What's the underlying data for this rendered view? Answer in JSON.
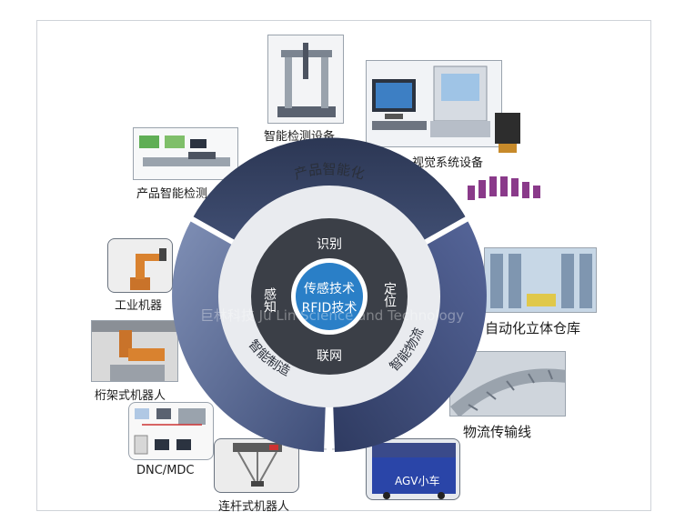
{
  "center": {
    "line1": "传感技术",
    "line2": "RFID技术"
  },
  "inner_ring": {
    "top": "识别",
    "bottom": "联网",
    "left": "感知",
    "right": "定位"
  },
  "outer_ring": {
    "top": "产品智能化",
    "left": "智能制造",
    "right": "智能物流"
  },
  "watermark": "巨林科技 Ju Lin Science and Technology",
  "devices": {
    "smart_inspection_equipment": "智能检测设备",
    "vision_system_equipment": "视觉系统设备",
    "product_smart_inspection": "产品智能检测",
    "industrial_robot": "工业机器",
    "gantry_robot": "桁架式机器人",
    "dnc_mdc": "DNC/MDC",
    "linkage_robot": "连杆式机器人",
    "agv": "AGV小车",
    "automated_warehouse": "自动化立体仓库",
    "conveyor_line": "物流传输线"
  },
  "colors": {
    "outer_ring_dark": "#2e3a57",
    "outer_ring_light": "#6f7fa8",
    "inner_band": "#e9ebef",
    "core_dark": "#3b3f47",
    "center_blue": "#2a7fc7"
  }
}
